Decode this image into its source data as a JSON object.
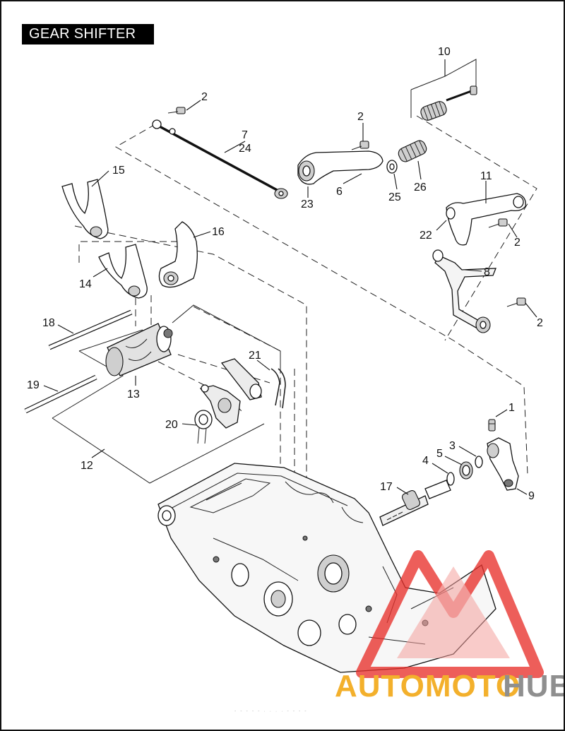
{
  "title": "GEAR SHIFTER",
  "callouts": {
    "n1": "1",
    "n2a": "2",
    "n2b": "2",
    "n2c": "2",
    "n2d": "2",
    "n3": "3",
    "n4": "4",
    "n5": "5",
    "n6": "6",
    "n7": "7",
    "n8": "8",
    "n9": "9",
    "n10": "10",
    "n11": "11",
    "n12": "12",
    "n13": "13",
    "n14": "14",
    "n15": "15",
    "n16": "16",
    "n17": "17",
    "n18": "18",
    "n19": "19",
    "n20": "20",
    "n21": "21",
    "n22": "22",
    "n23": "23",
    "n24": "24",
    "n25": "25",
    "n26": "26"
  },
  "watermark": {
    "part1": "AUTOMOTO",
    "part2": "HUB",
    "color_primary": "#f3b02c",
    "color_secondary": "#8f8f8f",
    "logo_color": "#e8312c"
  },
  "footer_note": "- - - - -   ·  · · ·  - - - -"
}
